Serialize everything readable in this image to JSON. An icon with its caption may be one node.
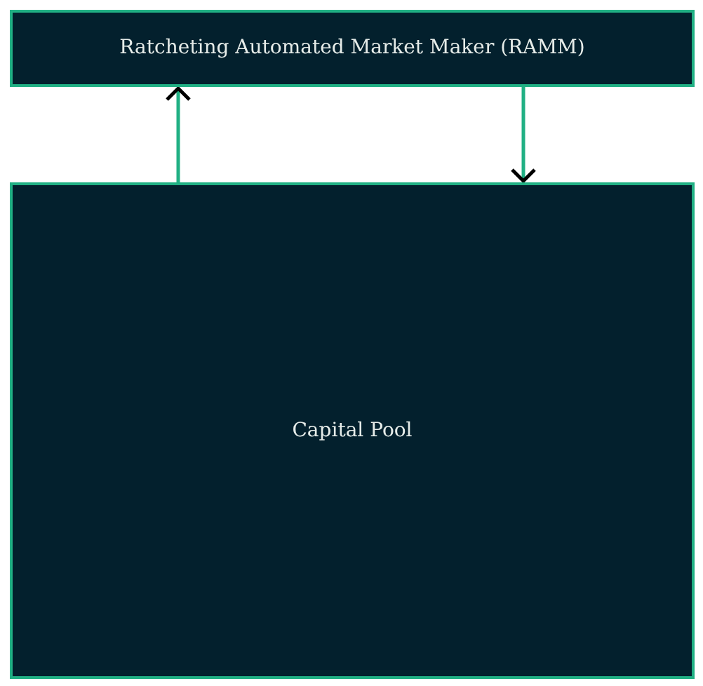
{
  "diagram": {
    "nodes": [
      {
        "text": [
          "Ratcheting Automated Market Maker (RAMM)"
        ]
      },
      {
        "text": [
          "Capital Pool"
        ]
      }
    ],
    "edges": [
      {
        "from": 1,
        "to": 0,
        "arrow": "to"
      },
      {
        "from": 0,
        "to": 1,
        "arrow": "to"
      }
    ]
  }
}
